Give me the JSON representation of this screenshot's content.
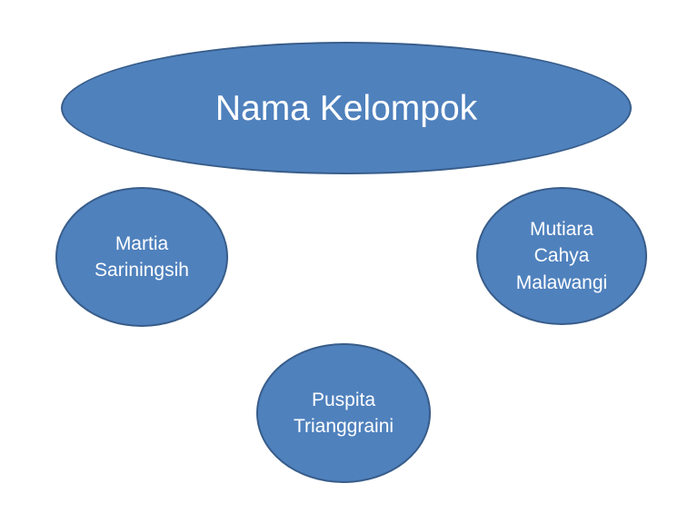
{
  "diagram": {
    "title": "Nama Kelompok",
    "members": [
      {
        "name": "Martia\nSariningsih"
      },
      {
        "name": "Mutiara\nCahya\nMalawangi"
      },
      {
        "name": "Puspita\nTrianggraini"
      }
    ]
  },
  "colors": {
    "shape_fill": "#4f81bd",
    "shape_border": "#385d8a",
    "text": "#ffffff"
  }
}
